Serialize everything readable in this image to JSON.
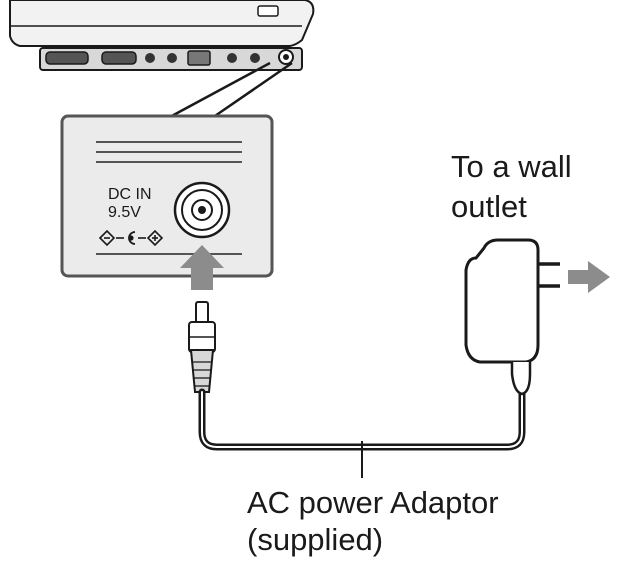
{
  "jack_panel": {
    "label_line1": "DC IN",
    "label_line2": "9.5V"
  },
  "wall_outlet_label": {
    "line1": "To a wall",
    "line2": "outlet"
  },
  "adaptor_label": {
    "line1": "AC power Adaptor",
    "line2": "(supplied)"
  },
  "colors": {
    "line": "#1a1a1a",
    "panel_fill": "#ebebeb",
    "arrow_gray": "#8c8c8c"
  }
}
